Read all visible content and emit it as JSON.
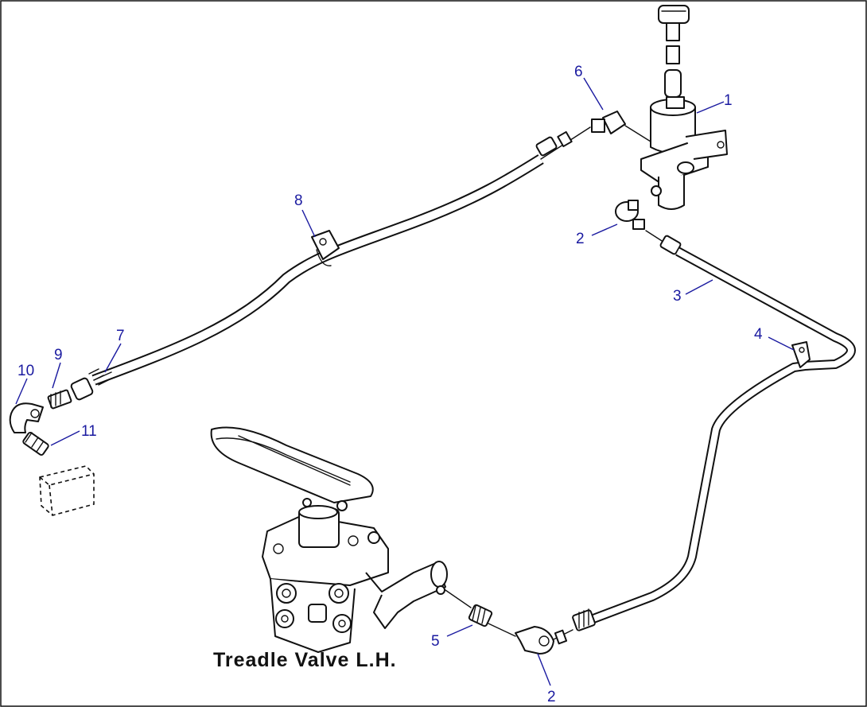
{
  "caption": "Treadle Valve L.H.",
  "callouts": {
    "c1": "1",
    "c2a": "2",
    "c2b": "2",
    "c3": "3",
    "c4": "4",
    "c5": "5",
    "c6": "6",
    "c7": "7",
    "c8": "8",
    "c9": "9",
    "c10": "10",
    "c11": "11"
  },
  "colors": {
    "callout": "#1a1aa0",
    "line": "#111111",
    "background": "#ffffff"
  }
}
